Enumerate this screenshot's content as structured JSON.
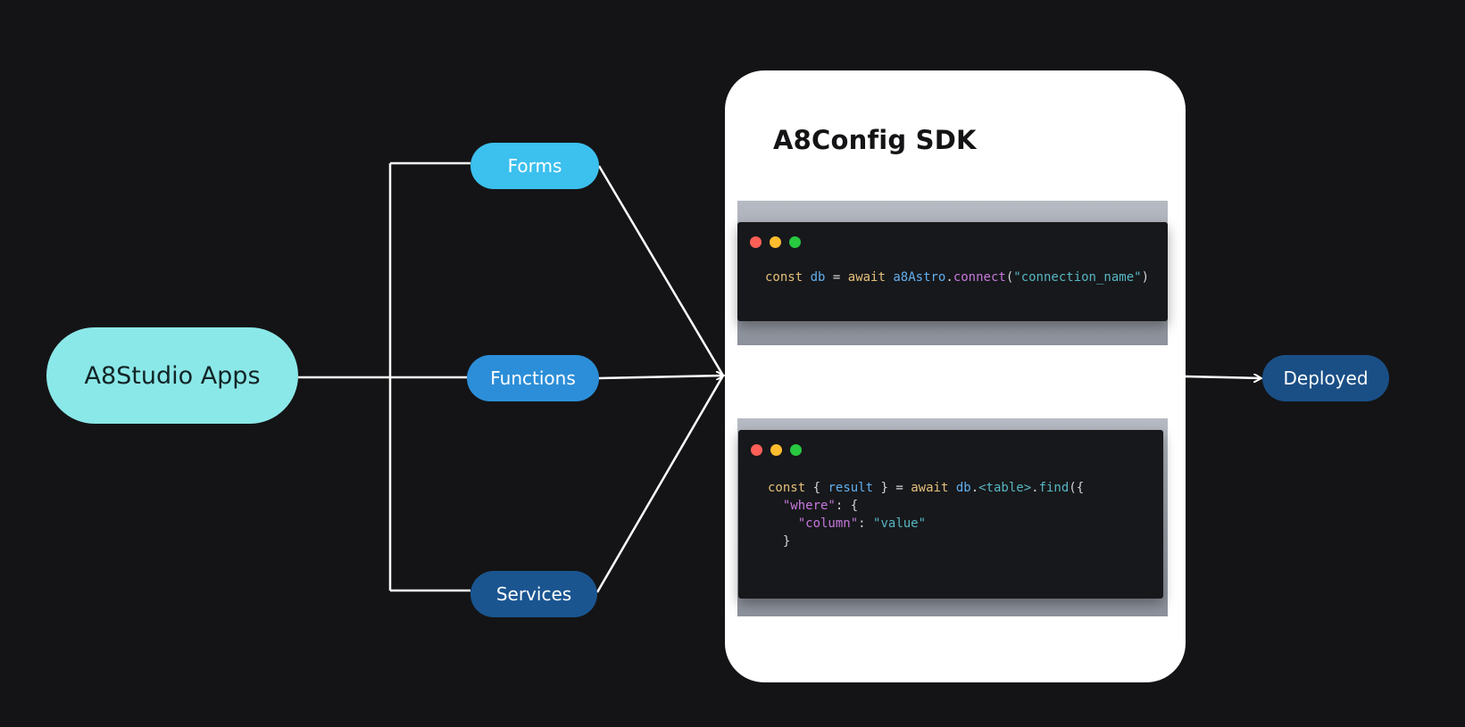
{
  "nodes": {
    "source": "A8Studio Apps",
    "forms": "Forms",
    "functions": "Functions",
    "services": "Services",
    "deployed": "Deployed"
  },
  "sdk": {
    "title": "A8Config SDK",
    "snippet_1": {
      "keyword_const": "const",
      "var_db": "db",
      "op_eq": "=",
      "keyword_await": "await",
      "object": "a8Astro",
      "dot": ".",
      "method": "connect",
      "paren_open": "(",
      "arg": "\"connection_name\"",
      "paren_close": ")"
    },
    "snippet_2": {
      "keyword_const": "const",
      "brace_open": "{",
      "var_result": "result",
      "brace_close": "}",
      "op_eq": "=",
      "keyword_await": "await",
      "object": "db",
      "dot": ".",
      "table": "<table>",
      "dot2": ".",
      "method": "find",
      "call_open": "({",
      "key_where": "\"where\"",
      "colon_where": ":",
      "where_open": "{",
      "key_column": "\"column\"",
      "colon_column": ":",
      "value": "\"value\"",
      "where_close": "}"
    }
  },
  "colors": {
    "background": "#141416",
    "source_node": "#8be8e8",
    "forms_node": "#3cc0ee",
    "functions_node": "#2c8ed8",
    "services_node": "#1a5590",
    "deployed_node": "#1a4f86",
    "connector": "#ffffff"
  }
}
